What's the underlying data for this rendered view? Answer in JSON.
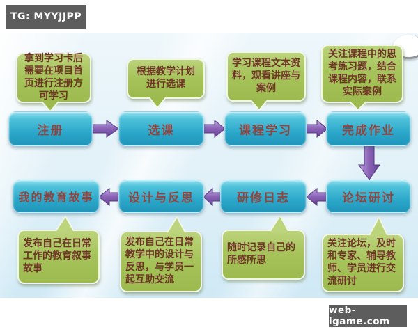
{
  "watermarks": {
    "top_left": "TG: MYYJJPP",
    "bottom_right": "web-igame.com"
  },
  "colors": {
    "slide_background": "#e1f1f8",
    "node_fill": "#2ba7ca",
    "node_text": "#92453f",
    "bubble_fill": "#a7c45c",
    "bubble_text": "#6e3526",
    "arrow_fill": "#8a62b5",
    "stamp_background": "#5d5d5d",
    "stamp_text": "#ffffff"
  },
  "flow": {
    "direction_row1": "left-to-right",
    "direction_row2": "right-to-left",
    "row1": [
      {
        "label": "注册",
        "note": "拿到学习卡后需要在项目首页进行注册方可学习"
      },
      {
        "label": "选课",
        "note": "根据教学计划进行选课"
      },
      {
        "label": "课程学习",
        "note": "学习课程文本资料，观看讲座与案例"
      },
      {
        "label": "完成作业",
        "note": "关注课程中的思考练习题，结合课程内容，联系实际案例"
      }
    ],
    "row2": [
      {
        "label": "我的教育故事",
        "note": "发布自己在日常工作的教育叙事故事"
      },
      {
        "label": "设计与反思",
        "note": "发布自己在日常教学中的设计与反思，与学员一起互助交流"
      },
      {
        "label": "研修日志",
        "note": "随时记录自己的所感所思"
      },
      {
        "label": "论坛研讨",
        "note": "关注论坛，及时和专家、辅导教师、学员进行交流研讨"
      }
    ]
  }
}
